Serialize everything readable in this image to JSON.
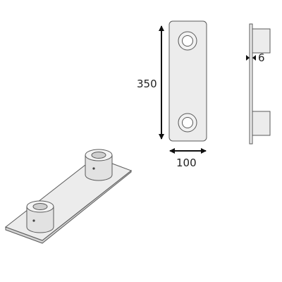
{
  "dimensions": {
    "height_label": "350",
    "width_label": "100",
    "thickness_label": "6"
  },
  "colors": {
    "outline": "#5a5a5a",
    "plate_fill": "#ececec",
    "boss_fill": "#e4e4e4",
    "arrow": "#111111",
    "text": "#222222"
  }
}
